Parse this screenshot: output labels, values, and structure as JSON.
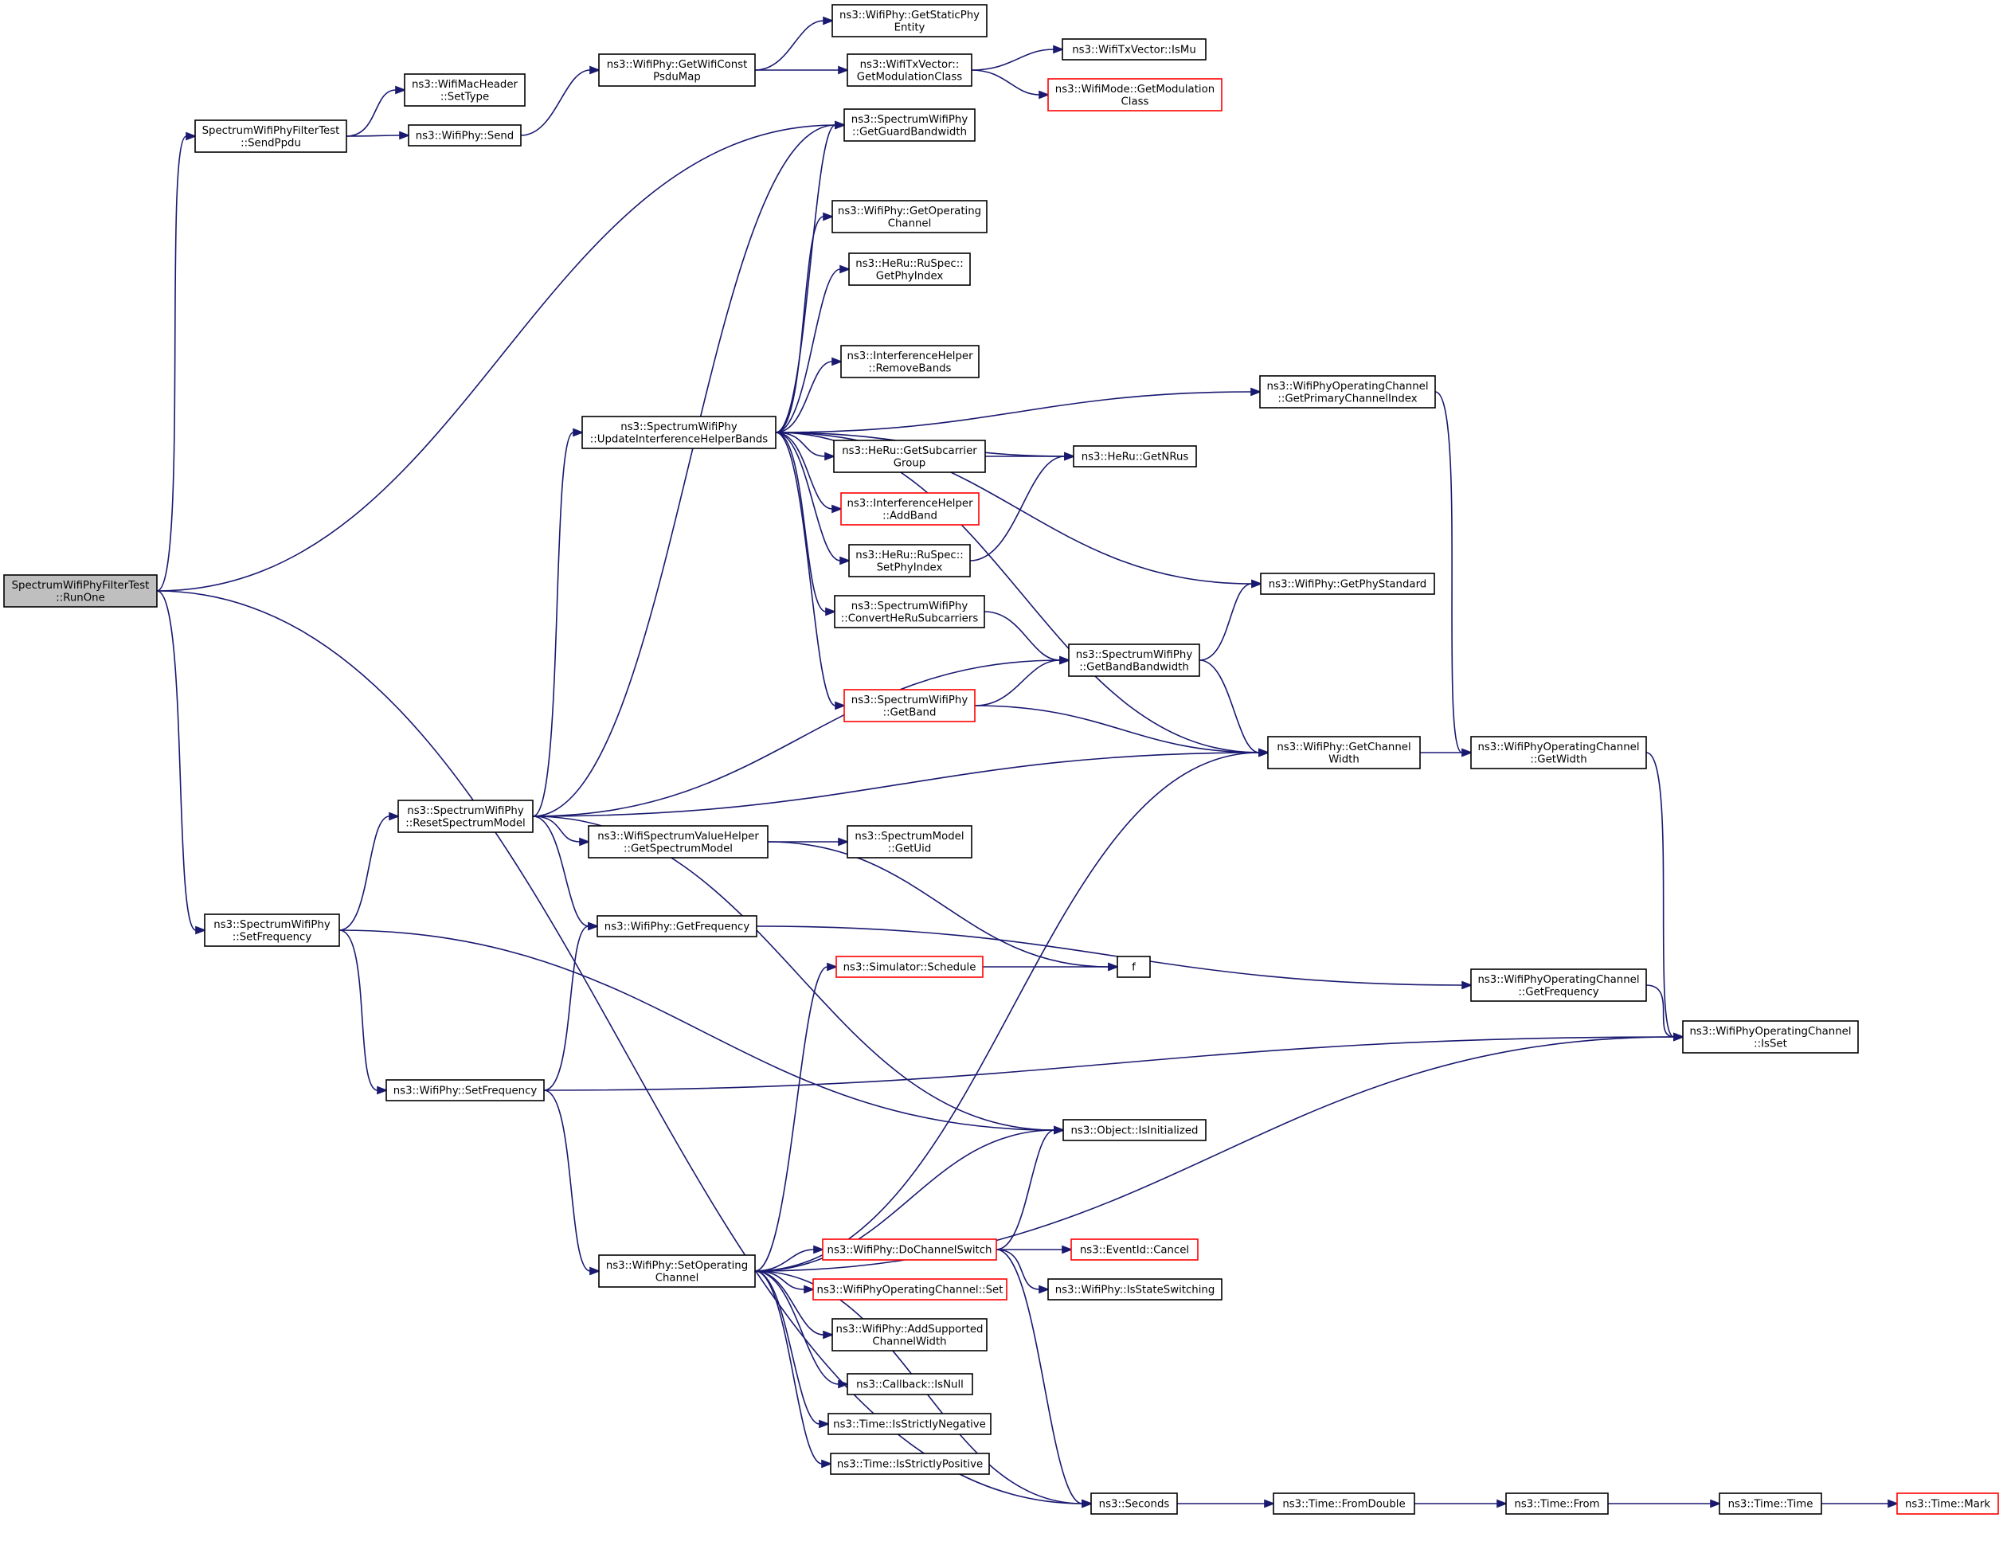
{
  "colors": {
    "edge": "#191970",
    "node_border": "#000000",
    "node_border_truncated": "#ff0000",
    "root_fill": "#bfbfbf",
    "node_fill": "#ffffff"
  },
  "nodes": [
    {
      "id": "runone",
      "lines": [
        "SpectrumWifiPhyFilterTest",
        "::RunOne"
      ],
      "style": "root"
    },
    {
      "id": "sendppdu",
      "lines": [
        "SpectrumWifiPhyFilterTest",
        "::SendPpdu"
      ],
      "style": "normal"
    },
    {
      "id": "macheader_settype",
      "lines": [
        "ns3::WifiMacHeader",
        "::SetType"
      ],
      "style": "normal"
    },
    {
      "id": "wifiphy_send",
      "lines": [
        "ns3::WifiPhy::Send"
      ],
      "style": "normal"
    },
    {
      "id": "getwificonstpsdumap",
      "lines": [
        "ns3::WifiPhy::GetWifiConst",
        "PsduMap"
      ],
      "style": "normal"
    },
    {
      "id": "getstaticphyentity",
      "lines": [
        "ns3::WifiPhy::GetStaticPhy",
        "Entity"
      ],
      "style": "normal"
    },
    {
      "id": "txvector_getmodclass",
      "lines": [
        "ns3::WifiTxVector::",
        "GetModulationClass"
      ],
      "style": "normal"
    },
    {
      "id": "txvector_ismu",
      "lines": [
        "ns3::WifiTxVector::IsMu"
      ],
      "style": "normal"
    },
    {
      "id": "wifimode_getmodclass",
      "lines": [
        "ns3::WifiMode::GetModulation",
        "Class"
      ],
      "style": "truncated"
    },
    {
      "id": "getguardbandwidth",
      "lines": [
        "ns3::SpectrumWifiPhy",
        "::GetGuardBandwidth"
      ],
      "style": "normal"
    },
    {
      "id": "getoperatingchannel",
      "lines": [
        "ns3::WifiPhy::GetOperating",
        "Channel"
      ],
      "style": "normal"
    },
    {
      "id": "ruspec_getphyindex",
      "lines": [
        "ns3::HeRu::RuSpec::",
        "GetPhyIndex"
      ],
      "style": "normal"
    },
    {
      "id": "removebands",
      "lines": [
        "ns3::InterferenceHelper",
        "::RemoveBands"
      ],
      "style": "normal"
    },
    {
      "id": "updateinterference",
      "lines": [
        "ns3::SpectrumWifiPhy",
        "::UpdateInterferenceHelperBands"
      ],
      "style": "normal"
    },
    {
      "id": "getprimarychannelindex",
      "lines": [
        "ns3::WifiPhyOperatingChannel",
        "::GetPrimaryChannelIndex"
      ],
      "style": "normal"
    },
    {
      "id": "getsubcarriergroup",
      "lines": [
        "ns3::HeRu::GetSubcarrier",
        "Group"
      ],
      "style": "normal"
    },
    {
      "id": "getnrus",
      "lines": [
        "ns3::HeRu::GetNRus"
      ],
      "style": "normal"
    },
    {
      "id": "addband",
      "lines": [
        "ns3::InterferenceHelper",
        "::AddBand"
      ],
      "style": "truncated"
    },
    {
      "id": "ruspec_setphyindex",
      "lines": [
        "ns3::HeRu::RuSpec::",
        "SetPhyIndex"
      ],
      "style": "normal"
    },
    {
      "id": "getphystandard",
      "lines": [
        "ns3::WifiPhy::GetPhyStandard"
      ],
      "style": "normal"
    },
    {
      "id": "convertherusubcarriers",
      "lines": [
        "ns3::SpectrumWifiPhy",
        "::ConvertHeRuSubcarriers"
      ],
      "style": "normal"
    },
    {
      "id": "getbandbandwidth",
      "lines": [
        "ns3::SpectrumWifiPhy",
        "::GetBandBandwidth"
      ],
      "style": "normal"
    },
    {
      "id": "getband",
      "lines": [
        "ns3::SpectrumWifiPhy",
        "::GetBand"
      ],
      "style": "truncated"
    },
    {
      "id": "getchannelwidth",
      "lines": [
        "ns3::WifiPhy::GetChannel",
        "Width"
      ],
      "style": "normal"
    },
    {
      "id": "opchannel_getwidth",
      "lines": [
        "ns3::WifiPhyOperatingChannel",
        "::GetWidth"
      ],
      "style": "normal"
    },
    {
      "id": "resetspectrummodel",
      "lines": [
        "ns3::SpectrumWifiPhy",
        "::ResetSpectrumModel"
      ],
      "style": "normal"
    },
    {
      "id": "getspectrummodel",
      "lines": [
        "ns3::WifiSpectrumValueHelper",
        "::GetSpectrumModel"
      ],
      "style": "normal"
    },
    {
      "id": "spectrummodel_getuid",
      "lines": [
        "ns3::SpectrumModel",
        "::GetUid"
      ],
      "style": "normal"
    },
    {
      "id": "spectrumwifiphy_setfrequency",
      "lines": [
        "ns3::SpectrumWifiPhy",
        "::SetFrequency"
      ],
      "style": "normal"
    },
    {
      "id": "wifiphy_getfrequency",
      "lines": [
        "ns3::WifiPhy::GetFrequency"
      ],
      "style": "normal"
    },
    {
      "id": "simulator_schedule",
      "lines": [
        "ns3::Simulator::Schedule"
      ],
      "style": "truncated"
    },
    {
      "id": "f",
      "lines": [
        "f"
      ],
      "style": "normal"
    },
    {
      "id": "opchannel_getfrequency",
      "lines": [
        "ns3::WifiPhyOperatingChannel",
        "::GetFrequency"
      ],
      "style": "normal"
    },
    {
      "id": "opchannel_isset",
      "lines": [
        "ns3::WifiPhyOperatingChannel",
        "::IsSet"
      ],
      "style": "normal"
    },
    {
      "id": "wifiphy_setfrequency",
      "lines": [
        "ns3::WifiPhy::SetFrequency"
      ],
      "style": "normal"
    },
    {
      "id": "isinitialized",
      "lines": [
        "ns3::Object::IsInitialized"
      ],
      "style": "normal"
    },
    {
      "id": "dochannelswitch",
      "lines": [
        "ns3::WifiPhy::DoChannelSwitch"
      ],
      "style": "truncated"
    },
    {
      "id": "eventid_cancel",
      "lines": [
        "ns3::EventId::Cancel"
      ],
      "style": "truncated"
    },
    {
      "id": "setoperatingchannel",
      "lines": [
        "ns3::WifiPhy::SetOperating",
        "Channel"
      ],
      "style": "normal"
    },
    {
      "id": "opchannel_set",
      "lines": [
        "ns3::WifiPhyOperatingChannel::Set"
      ],
      "style": "truncated"
    },
    {
      "id": "isstateswitching",
      "lines": [
        "ns3::WifiPhy::IsStateSwitching"
      ],
      "style": "normal"
    },
    {
      "id": "addsupportedchannelwidth",
      "lines": [
        "ns3::WifiPhy::AddSupported",
        "ChannelWidth"
      ],
      "style": "normal"
    },
    {
      "id": "callback_isnull",
      "lines": [
        "ns3::Callback::IsNull"
      ],
      "style": "normal"
    },
    {
      "id": "isstrictlynegative",
      "lines": [
        "ns3::Time::IsStrictlyNegative"
      ],
      "style": "normal"
    },
    {
      "id": "isstrictlypositive",
      "lines": [
        "ns3::Time::IsStrictlyPositive"
      ],
      "style": "normal"
    },
    {
      "id": "seconds",
      "lines": [
        "ns3::Seconds"
      ],
      "style": "normal"
    },
    {
      "id": "fromdouble",
      "lines": [
        "ns3::Time::FromDouble"
      ],
      "style": "normal"
    },
    {
      "id": "time_from",
      "lines": [
        "ns3::Time::From"
      ],
      "style": "normal"
    },
    {
      "id": "time_time",
      "lines": [
        "ns3::Time::Time"
      ],
      "style": "normal"
    },
    {
      "id": "time_mark",
      "lines": [
        "ns3::Time::Mark"
      ],
      "style": "truncated"
    }
  ],
  "edges": [
    [
      "runone",
      "sendppdu"
    ],
    [
      "runone",
      "getguardbandwidth"
    ],
    [
      "runone",
      "spectrumwifiphy_setfrequency"
    ],
    [
      "runone",
      "seconds"
    ],
    [
      "sendppdu",
      "macheader_settype"
    ],
    [
      "sendppdu",
      "wifiphy_send"
    ],
    [
      "wifiphy_send",
      "getwificonstpsdumap"
    ],
    [
      "getwificonstpsdumap",
      "getstaticphyentity"
    ],
    [
      "getwificonstpsdumap",
      "txvector_getmodclass"
    ],
    [
      "txvector_getmodclass",
      "txvector_ismu"
    ],
    [
      "txvector_getmodclass",
      "wifimode_getmodclass"
    ],
    [
      "updateinterference",
      "getguardbandwidth"
    ],
    [
      "updateinterference",
      "getoperatingchannel"
    ],
    [
      "updateinterference",
      "ruspec_getphyindex"
    ],
    [
      "updateinterference",
      "removebands"
    ],
    [
      "updateinterference",
      "getprimarychannelindex"
    ],
    [
      "updateinterference",
      "getsubcarriergroup"
    ],
    [
      "updateinterference",
      "getnrus"
    ],
    [
      "updateinterference",
      "addband"
    ],
    [
      "updateinterference",
      "ruspec_setphyindex"
    ],
    [
      "updateinterference",
      "convertherusubcarriers"
    ],
    [
      "updateinterference",
      "getband"
    ],
    [
      "updateinterference",
      "getchannelwidth"
    ],
    [
      "updateinterference",
      "getphystandard"
    ],
    [
      "getsubcarriergroup",
      "getnrus"
    ],
    [
      "ruspec_setphyindex",
      "getnrus"
    ],
    [
      "convertherusubcarriers",
      "getbandbandwidth"
    ],
    [
      "getband",
      "getbandbandwidth"
    ],
    [
      "getband",
      "getchannelwidth"
    ],
    [
      "getbandbandwidth",
      "getphystandard"
    ],
    [
      "getbandbandwidth",
      "getchannelwidth"
    ],
    [
      "getchannelwidth",
      "opchannel_getwidth"
    ],
    [
      "getprimarychannelindex",
      "opchannel_getwidth"
    ],
    [
      "opchannel_getwidth",
      "opchannel_isset"
    ],
    [
      "resetspectrummodel",
      "getguardbandwidth"
    ],
    [
      "resetspectrummodel",
      "updateinterference"
    ],
    [
      "resetspectrummodel",
      "getbandbandwidth"
    ],
    [
      "resetspectrummodel",
      "getchannelwidth"
    ],
    [
      "resetspectrummodel",
      "getspectrummodel"
    ],
    [
      "resetspectrummodel",
      "wifiphy_getfrequency"
    ],
    [
      "resetspectrummodel",
      "isinitialized"
    ],
    [
      "getspectrummodel",
      "spectrummodel_getuid"
    ],
    [
      "getspectrummodel",
      "f"
    ],
    [
      "spectrumwifiphy_setfrequency",
      "resetspectrummodel"
    ],
    [
      "spectrumwifiphy_setfrequency",
      "isinitialized"
    ],
    [
      "spectrumwifiphy_setfrequency",
      "wifiphy_setfrequency"
    ],
    [
      "wifiphy_getfrequency",
      "opchannel_getfrequency"
    ],
    [
      "opchannel_getfrequency",
      "opchannel_isset"
    ],
    [
      "simulator_schedule",
      "f"
    ],
    [
      "wifiphy_setfrequency",
      "wifiphy_getfrequency"
    ],
    [
      "wifiphy_setfrequency",
      "opchannel_isset"
    ],
    [
      "wifiphy_setfrequency",
      "setoperatingchannel"
    ],
    [
      "setoperatingchannel",
      "simulator_schedule"
    ],
    [
      "setoperatingchannel",
      "isinitialized"
    ],
    [
      "setoperatingchannel",
      "getchannelwidth"
    ],
    [
      "setoperatingchannel",
      "opchannel_isset"
    ],
    [
      "setoperatingchannel",
      "dochannelswitch"
    ],
    [
      "setoperatingchannel",
      "opchannel_set"
    ],
    [
      "setoperatingchannel",
      "addsupportedchannelwidth"
    ],
    [
      "setoperatingchannel",
      "callback_isnull"
    ],
    [
      "setoperatingchannel",
      "isstrictlynegative"
    ],
    [
      "setoperatingchannel",
      "isstrictlypositive"
    ],
    [
      "setoperatingchannel",
      "seconds"
    ],
    [
      "dochannelswitch",
      "isinitialized"
    ],
    [
      "dochannelswitch",
      "eventid_cancel"
    ],
    [
      "dochannelswitch",
      "isstateswitching"
    ],
    [
      "dochannelswitch",
      "seconds"
    ],
    [
      "seconds",
      "fromdouble"
    ],
    [
      "fromdouble",
      "time_from"
    ],
    [
      "time_from",
      "time_time"
    ],
    [
      "time_time",
      "time_mark"
    ]
  ]
}
